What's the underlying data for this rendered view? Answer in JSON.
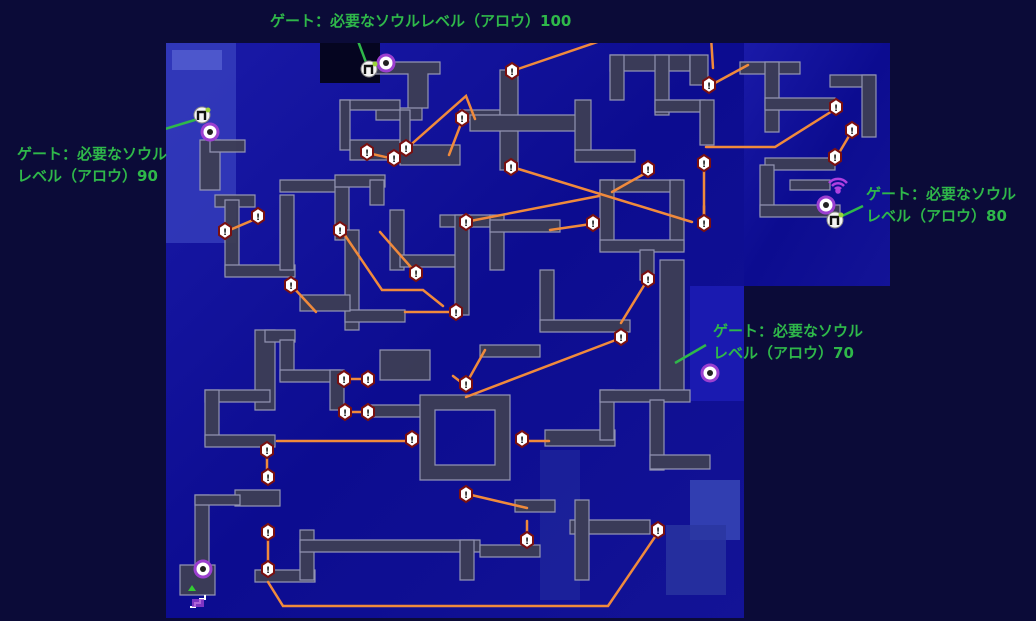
{
  "colors": {
    "page_bg": "#0b0b38",
    "map_bg": "#0a0a8a",
    "corridor_fill": "#3d3e55",
    "corridor_stroke": "#9a9cb4",
    "route_line": "#f08a3c",
    "label_text": "#2fb84a",
    "label_leader": "#2fb84a",
    "enemy_marker_fill": "#ffffff",
    "enemy_marker_border": "#7a1010",
    "tower_icon": "#9b3fd0"
  },
  "gate_labels": [
    {
      "id": "gate-100",
      "line1": "ゲート：必要なソウルレベル（アロウ）100",
      "line2": ""
    },
    {
      "id": "gate-90",
      "line1": "ゲート：必要なソウル",
      "line2": "レベル（アロウ）90"
    },
    {
      "id": "gate-80",
      "line1": "ゲート：必要なソウル",
      "line2": "レベル（アロウ）80"
    },
    {
      "id": "gate-70",
      "line1": "ゲート：必要なソウル",
      "line2": "レベル（アロウ）70"
    }
  ],
  "icons": {
    "gate": "gate-icon",
    "tower": "soul-tower-icon",
    "enemy": "enemy-alert-icon",
    "stairs": "stairs-icon",
    "signal": "signal-icon"
  },
  "enemy_marker_glyph": "!",
  "enemy_count": 40
}
